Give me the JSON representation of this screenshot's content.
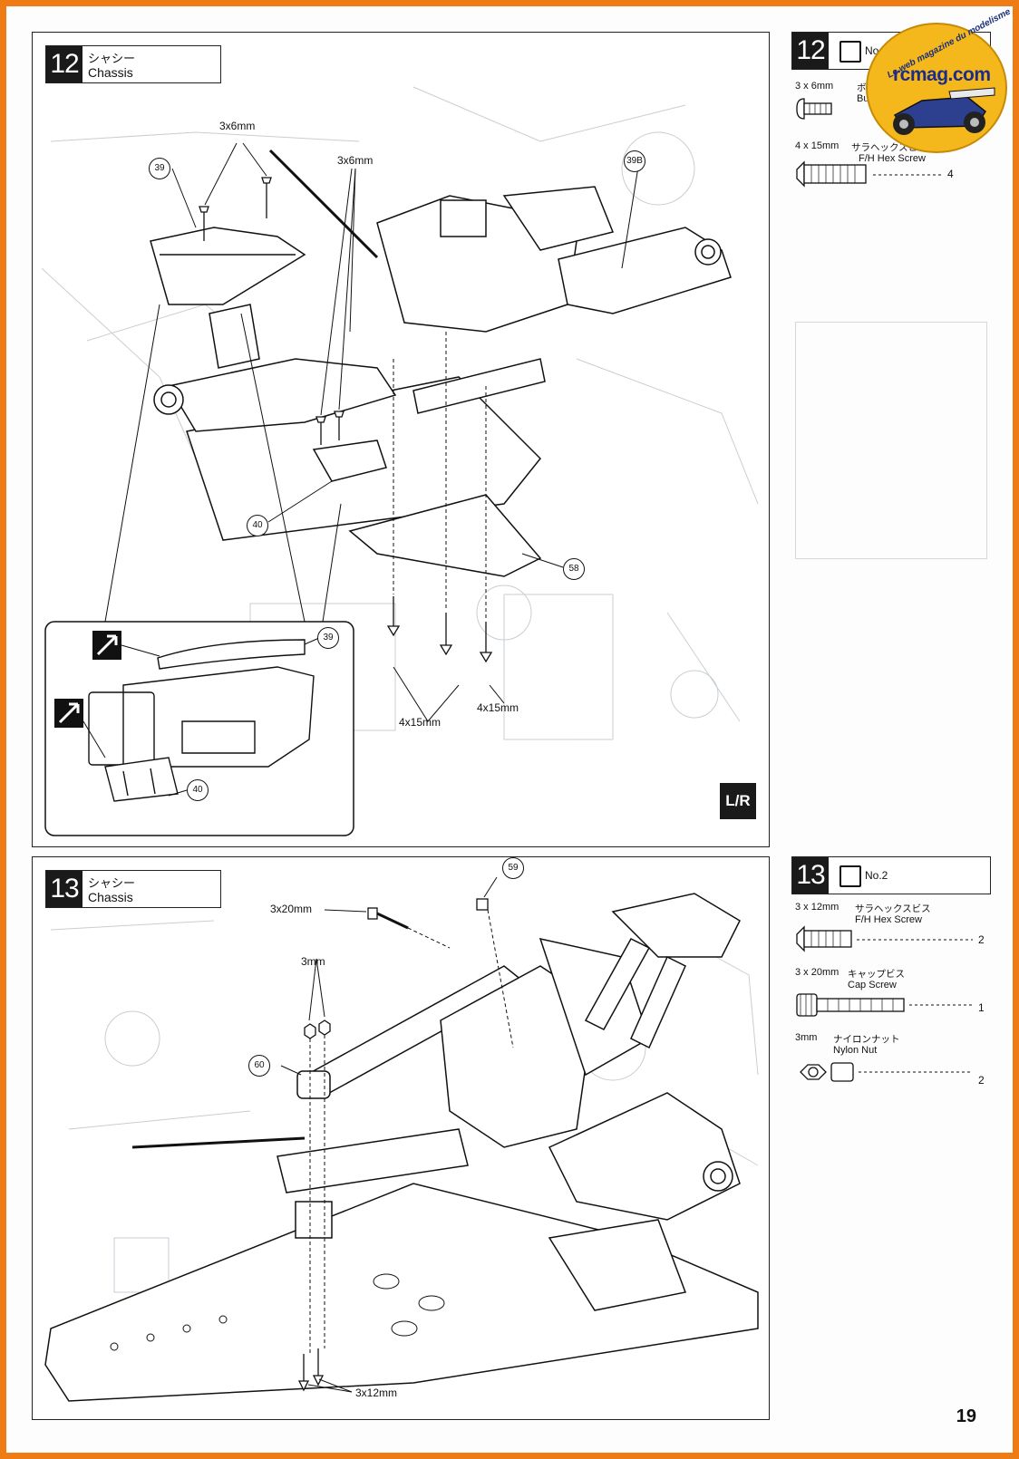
{
  "page_number": "19",
  "logo": {
    "arc_text": "Le web magazine du modelisme",
    "name": "rcmag.com"
  },
  "step12": {
    "number": "12",
    "title_jp": "シャシー",
    "title_en": "Chassis",
    "labels": {
      "screw_a": "3x6mm",
      "screw_b": "3x6mm",
      "screw_c": "4x15mm",
      "screw_d": "4x15mm"
    },
    "callouts": [
      "39",
      "39B",
      "40",
      "58",
      "39",
      "40"
    ],
    "lr_badge": "L/R"
  },
  "step13": {
    "number": "13",
    "title_jp": "シャシー",
    "title_en": "Chassis",
    "labels": {
      "screw_a": "3x20mm",
      "nut": "3mm",
      "screw_b": "3x12mm"
    },
    "callouts": [
      "59",
      "60"
    ]
  },
  "parts12": {
    "number": "12",
    "bag": "No.2",
    "items": [
      {
        "size": "3 x 6mm",
        "jp": "ボタン",
        "en": "Butto",
        "qty": ""
      },
      {
        "size": "4 x 15mm",
        "jp": "サラヘックスビス",
        "en": "F/H Hex Screw",
        "qty": "4"
      }
    ]
  },
  "parts13": {
    "number": "13",
    "bag": "No.2",
    "items": [
      {
        "size": "3 x 12mm",
        "jp": "サラヘックスビス",
        "en": "F/H Hex Screw",
        "qty": "2"
      },
      {
        "size": "3 x 20mm",
        "jp": "キャップビス",
        "en": "Cap Screw",
        "qty": "1"
      },
      {
        "size": "3mm",
        "jp": "ナイロンナット",
        "en": "Nylon Nut",
        "qty": "2"
      }
    ]
  }
}
